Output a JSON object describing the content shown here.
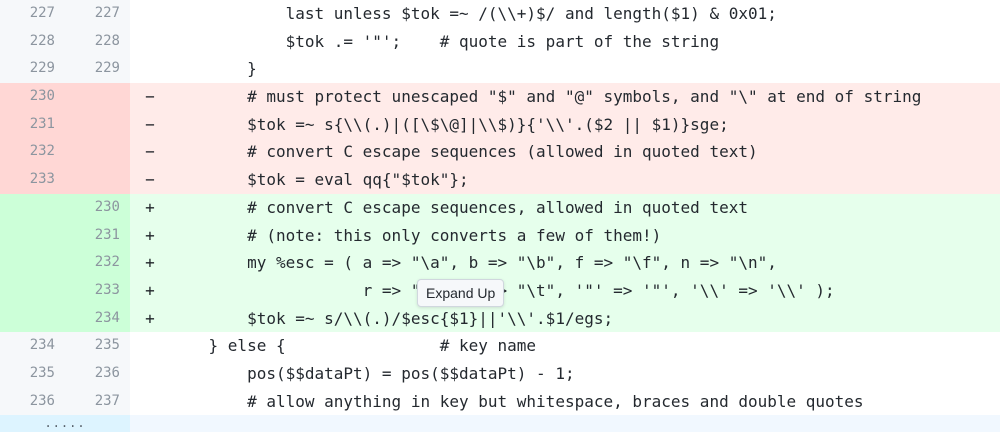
{
  "rows": [
    {
      "type": "ctx",
      "old": "227",
      "new": "227",
      "marker": "",
      "code": "            last unless $tok =~ /(\\\\+)$/ and length($1) & 0x01;"
    },
    {
      "type": "ctx",
      "old": "228",
      "new": "228",
      "marker": "",
      "code": "            $tok .= '\"';    # quote is part of the string"
    },
    {
      "type": "ctx",
      "old": "229",
      "new": "229",
      "marker": "",
      "code": "        }"
    },
    {
      "type": "del",
      "old": "230",
      "new": "",
      "marker": "−",
      "code": "        # must protect unescaped \"$\" and \"@\" symbols, and \"\\\" at end of string"
    },
    {
      "type": "del",
      "old": "231",
      "new": "",
      "marker": "−",
      "code": "        $tok =~ s{\\\\(.)|([\\$\\@]|\\\\$)}{'\\\\'.($2 || $1)}sge;"
    },
    {
      "type": "del",
      "old": "232",
      "new": "",
      "marker": "−",
      "code": "        # convert C escape sequences (allowed in quoted text)"
    },
    {
      "type": "del",
      "old": "233",
      "new": "",
      "marker": "−",
      "code": "        $tok = eval qq{\"$tok\"};"
    },
    {
      "type": "add",
      "old": "",
      "new": "230",
      "marker": "+",
      "code": "        # convert C escape sequences, allowed in quoted text"
    },
    {
      "type": "add",
      "old": "",
      "new": "231",
      "marker": "+",
      "code": "        # (note: this only converts a few of them!)"
    },
    {
      "type": "add",
      "old": "",
      "new": "232",
      "marker": "+",
      "code": "        my %esc = ( a => \"\\a\", b => \"\\b\", f => \"\\f\", n => \"\\n\","
    },
    {
      "type": "add",
      "old": "",
      "new": "233",
      "marker": "+",
      "code": "                    r => \"\\r\", t => \"\\t\", '\"' => '\"', '\\\\' => '\\\\' );"
    },
    {
      "type": "add",
      "old": "",
      "new": "234",
      "marker": "+",
      "code": "        $tok =~ s/\\\\(.)/$esc{$1}||'\\\\'.$1/egs;"
    },
    {
      "type": "ctx",
      "old": "234",
      "new": "235",
      "marker": "",
      "code": "    } else {                # key name"
    },
    {
      "type": "ctx",
      "old": "235",
      "new": "236",
      "marker": "",
      "code": "        pos($$dataPt) = pos($$dataPt) - 1;"
    },
    {
      "type": "ctx",
      "old": "236",
      "new": "237",
      "marker": "",
      "code": "        # allow anything in key but whitespace, braces and double quotes"
    }
  ],
  "expander": {
    "label": "....."
  },
  "tooltip": {
    "label": "Expand Up"
  },
  "colors": {
    "deletion_bg": "#ffebe9",
    "deletion_gutter": "#ffd7d5",
    "addition_bg": "#e6ffec",
    "addition_gutter": "#ccffd8",
    "expander_bg": "#ddf4ff"
  }
}
